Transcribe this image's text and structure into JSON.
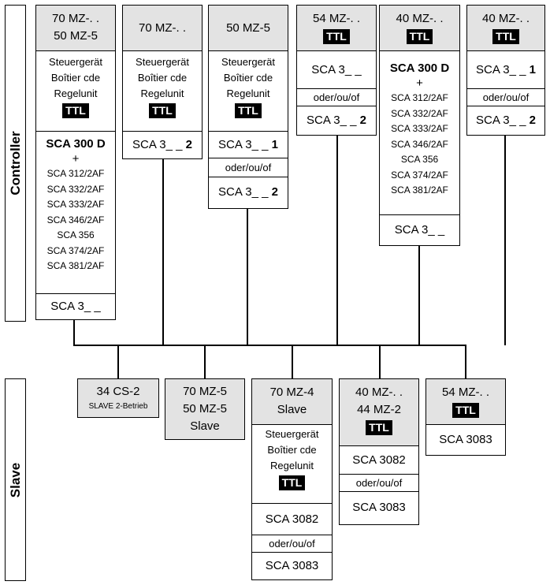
{
  "sections": {
    "controller": "Controller",
    "slave": "Slave"
  },
  "ttl": "TTL",
  "or": "oder/ou/of",
  "controllers": {
    "c1": {
      "hdr1": "70 MZ-. .",
      "hdr2": "50 MZ-5",
      "unit": [
        "Steuergerät",
        "Boîtier cde",
        "Regelunit"
      ],
      "main": "SCA 300 D",
      "plus": "+",
      "list": [
        "SCA 312/2AF",
        "SCA 332/2AF",
        "SCA 333/2AF",
        "SCA 346/2AF",
        "SCA 356",
        "SCA 374/2AF",
        "SCA 381/2AF"
      ],
      "foot": "SCA 3_ _"
    },
    "c2": {
      "hdr": "70 MZ-. .",
      "unit": [
        "Steuergerät",
        "Boîtier cde",
        "Regelunit"
      ],
      "sca_a": "SCA 3_ _ ",
      "sca_b": "2"
    },
    "c3": {
      "hdr": "50 MZ-5",
      "unit": [
        "Steuergerät",
        "Boîtier cde",
        "Regelunit"
      ],
      "s1a": "SCA 3_ _ ",
      "s1b": "1",
      "s2a": "SCA 3_ _ ",
      "s2b": "2"
    },
    "c4": {
      "hdr": "54 MZ-. .",
      "s1": "SCA 3_ _",
      "s2a": "SCA 3_ _ ",
      "s2b": "2"
    },
    "c5": {
      "hdr": "40 MZ-. .",
      "main": "SCA 300 D",
      "plus": "+",
      "list": [
        "SCA 312/2AF",
        "SCA 332/2AF",
        "SCA 333/2AF",
        "SCA 346/2AF",
        "SCA 356",
        "SCA 374/2AF",
        "SCA 381/2AF"
      ],
      "foot": "SCA 3_ _"
    },
    "c6": {
      "hdr": "40 MZ-. .",
      "s1a": "SCA 3_ _ ",
      "s1b": "1",
      "s2a": "SCA 3_ _ ",
      "s2b": "2"
    }
  },
  "slaves": {
    "s1": {
      "hdr": "34 CS-2",
      "sub": "SLAVE 2-Betrieb"
    },
    "s2": {
      "l1": "70 MZ-5",
      "l2": "50 MZ-5",
      "l3": "Slave"
    },
    "s3": {
      "l1": "70 MZ-4",
      "l2": "Slave",
      "unit": [
        "Steuergerät",
        "Boîtier cde",
        "Regelunit"
      ],
      "a": "SCA 3082",
      "b": "SCA 3083"
    },
    "s4": {
      "l1": "40 MZ-. .",
      "l2": "44 MZ-2",
      "a": "SCA 3082",
      "b": "SCA 3083"
    },
    "s5": {
      "l1": "54 MZ-. .",
      "a": "SCA 3083"
    }
  }
}
